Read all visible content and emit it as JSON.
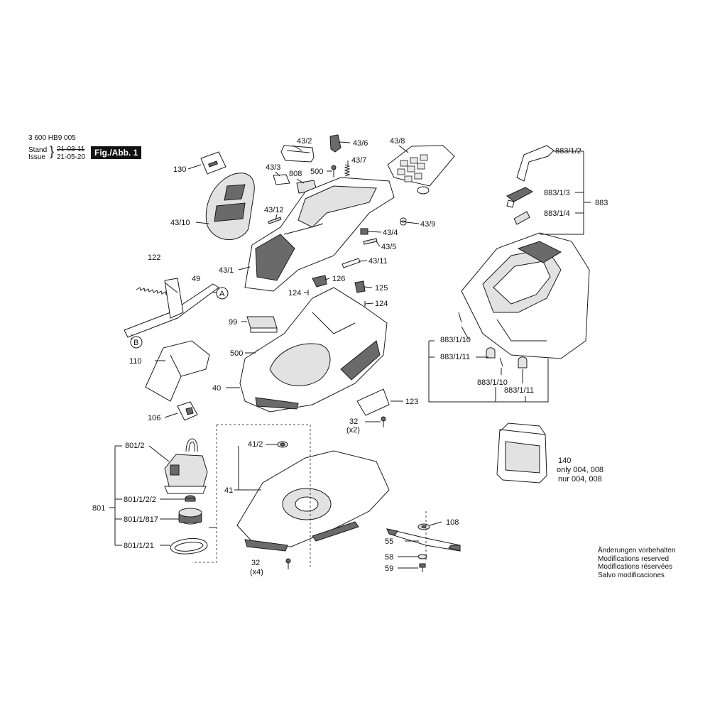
{
  "header": {
    "doc_number": "3 600 HB9 005",
    "stand_label": "Stand",
    "issue_label": "Issue",
    "stand_date": "21-03-11",
    "issue_date": "21-05-20",
    "figure_label": "Fig./Abb. 1"
  },
  "notes": [
    "Änderungen vorbehalten",
    "Modifications reserved",
    "Modifications réservées",
    "Salvo modificaciones"
  ],
  "callouts": {
    "A": "A",
    "B": "B"
  },
  "labels": {
    "p43_2": "43/2",
    "p43_6": "43/6",
    "p43_8": "43/8",
    "p883_1_2": "883/1/2",
    "p130": "130",
    "p43_3": "43/3",
    "p808": "808",
    "p500a": "500",
    "p43_7": "43/7",
    "p883_1_3": "883/1/3",
    "p883": "883",
    "p43_12": "43/12",
    "p883_1_4": "883/1/4",
    "p43_10": "43/10",
    "p43_9": "43/9",
    "p43_4": "43/4",
    "p43_5": "43/5",
    "p122": "122",
    "p43_11": "43/11",
    "p43_1": "43/1",
    "p49": "49",
    "p126": "126",
    "p125": "125",
    "p124a": "124",
    "p124b": "124",
    "p99": "99",
    "p883_1_10a": "883/1/10",
    "p883_1_11a": "883/1/11",
    "p500b": "500",
    "p110": "110",
    "p883_1_10b": "883/1/10",
    "p883_1_11b": "883/1/11",
    "p40": "40",
    "p123": "123",
    "p106": "106",
    "p32a": "32",
    "p32a_qty": "(x2)",
    "p801_2": "801/2",
    "p41_2": "41/2",
    "p140": "140",
    "p140_note1": "only 004, 008",
    "p140_note2": "nur 004, 008",
    "p41": "41",
    "p801": "801",
    "p801_1_2_2": "801/1/2/2",
    "p801_1_817": "801/1/817",
    "p108": "108",
    "p801_1_21": "801/1/21",
    "p55": "55",
    "p58": "58",
    "p32b": "32",
    "p32b_qty": "(x4)",
    "p59": "59"
  },
  "colors": {
    "line": "#1a1a1a",
    "part_fill": "#e2e2e2",
    "part_dark": "#6a6a6a",
    "label_box": "#111111"
  }
}
